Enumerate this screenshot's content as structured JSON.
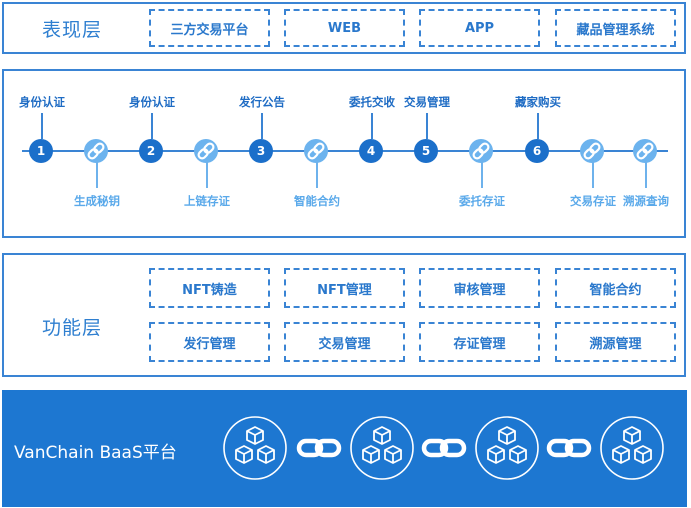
{
  "presentation_layer": {
    "title": "表现层",
    "items": [
      "三方交易平台",
      "WEB",
      "APP",
      "藏品管理系统"
    ]
  },
  "process_flow": {
    "steps": [
      {
        "type": "step",
        "number": "1",
        "label": "身份认证",
        "label_position": "top"
      },
      {
        "type": "link",
        "label": "生成秘钥",
        "label_position": "bottom"
      },
      {
        "type": "step",
        "number": "2",
        "label": "身份认证",
        "label_position": "top"
      },
      {
        "type": "link",
        "label": "上链存证",
        "label_position": "bottom"
      },
      {
        "type": "step",
        "number": "3",
        "label": "发行公告",
        "label_position": "top"
      },
      {
        "type": "link",
        "label": "智能合约",
        "label_position": "bottom"
      },
      {
        "type": "step",
        "number": "4",
        "label": "委托交收",
        "label_position": "top"
      },
      {
        "type": "step",
        "number": "5",
        "label": "交易管理",
        "label_position": "top"
      },
      {
        "type": "link",
        "label": "委托存证",
        "label_position": "bottom"
      },
      {
        "type": "step",
        "number": "6",
        "label": "藏家购买",
        "label_position": "top"
      },
      {
        "type": "link",
        "label": "交易存证",
        "label_position": "bottom"
      },
      {
        "type": "link",
        "label": "溯源查询",
        "label_position": "bottom"
      }
    ]
  },
  "function_layer": {
    "title": "功能层",
    "row1": [
      "NFT铸造",
      "NFT管理",
      "审核管理",
      "智能合约"
    ],
    "row2": [
      "发行管理",
      "交易管理",
      "存证管理",
      "溯源管理"
    ]
  },
  "platform_layer": {
    "title": "VanChain BaaS平台",
    "icons": [
      "blocks-icon",
      "chain-link-icon",
      "blocks-icon",
      "chain-link-icon",
      "blocks-icon",
      "chain-link-icon",
      "blocks-icon"
    ]
  },
  "colors": {
    "primary": "#1d77d1",
    "border": "#3a84d4",
    "node_dark": "#1b6fca",
    "node_light": "#6cb3ee",
    "text_light": "#5aa9ea"
  }
}
